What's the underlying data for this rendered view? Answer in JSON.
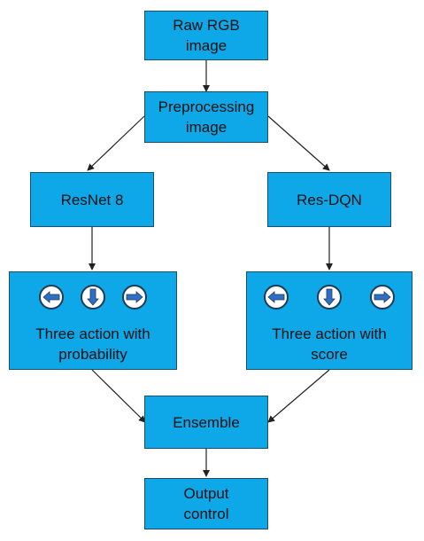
{
  "nodes": {
    "raw_image": {
      "line1": "Raw RGB",
      "line2": "image"
    },
    "preprocessing": {
      "line1": "Preprocessing",
      "line2": "image"
    },
    "resnet": {
      "label": "ResNet 8"
    },
    "resdqn": {
      "label": "Res-DQN"
    },
    "actions_probability": {
      "line1": "Three action with",
      "line2": "probability",
      "icons": [
        "arrow-left-icon",
        "arrow-down-icon",
        "arrow-right-icon"
      ]
    },
    "actions_score": {
      "line1": "Three action with",
      "line2": "score",
      "icons": [
        "arrow-left-icon",
        "arrow-down-icon",
        "arrow-right-icon"
      ]
    },
    "ensemble": {
      "label": "Ensemble"
    },
    "output": {
      "line1": "Output",
      "line2": "control"
    }
  },
  "colors": {
    "box_fill": "#0ea7e8",
    "box_border": "#1c4f68",
    "arrow_fill": "#2e6fc6",
    "line": "#222222"
  }
}
